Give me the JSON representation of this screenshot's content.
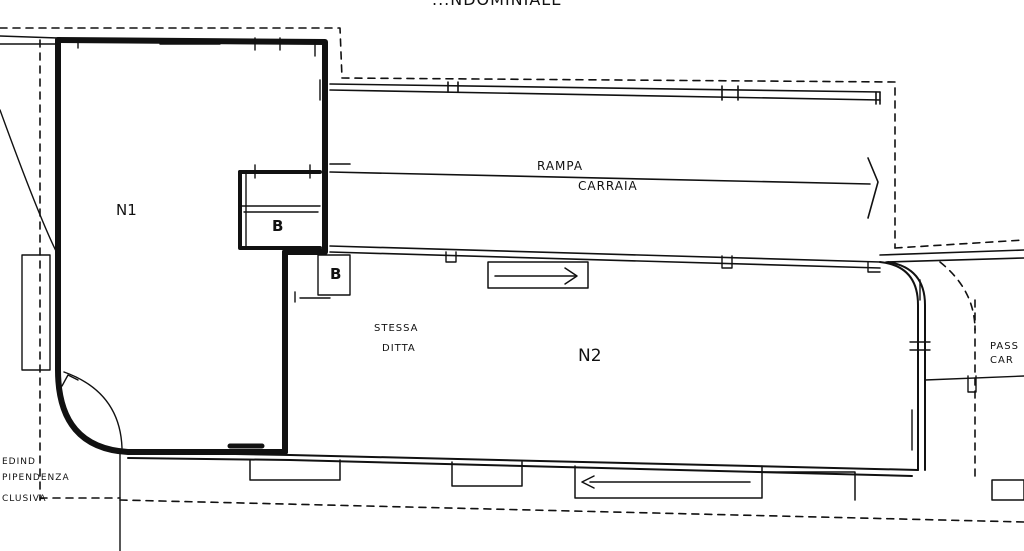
{
  "drawing": {
    "top_text": "...NDOMINIALE",
    "rooms": {
      "n1": "N1",
      "n2": "N2",
      "b_upper": "B",
      "b_lower": "B"
    },
    "ramp": {
      "line1": "RAMPA",
      "line2": "CARRAIA"
    },
    "stessa": {
      "line1": "STESSA",
      "line2": "DITTA"
    },
    "right_cut": {
      "line1": "PASS",
      "line2": "CAR"
    },
    "left_note": {
      "line1": "EDIND",
      "line2": "PIPENDENZA",
      "line3": "CLUSIVA"
    },
    "colors": {
      "ink": "#111111",
      "paper": "#ffffff"
    }
  }
}
